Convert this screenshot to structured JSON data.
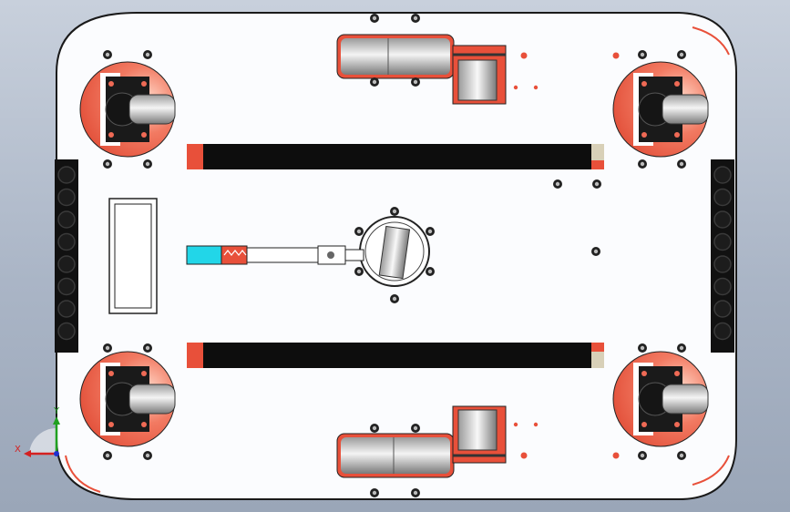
{
  "viewport": {
    "background_top": "#c8d0dc",
    "background_bottom": "#9aa6b8"
  },
  "colors": {
    "plate_fill": "#fbfcfe",
    "plate_stroke": "#1a1a1a",
    "accent_red": "#e8503a",
    "caster_red": "#ef6a55",
    "belt_black": "#0d0d0d",
    "belt_tan": "#d8d0b8",
    "cyan_tip": "#22d6e8",
    "axis_x": "#d42020",
    "axis_y": "#20a020",
    "axis_z": "#2030d0"
  },
  "triad": {
    "x_label": "X",
    "y_label": "Y",
    "x_icon": "x-axis-arrow-icon",
    "y_icon": "y-axis-arrow-icon",
    "z_icon": "z-axis-dot-icon"
  },
  "model": {
    "components": [
      "base-plate",
      "caster-top-left",
      "caster-top-right",
      "caster-bottom-left",
      "caster-bottom-right",
      "drive-wheel-top",
      "drive-wheel-bottom",
      "track-belt-top",
      "track-belt-bottom",
      "side-rail-left",
      "side-rail-right",
      "battery-box",
      "center-bearing-ring",
      "linkage-arm"
    ]
  }
}
